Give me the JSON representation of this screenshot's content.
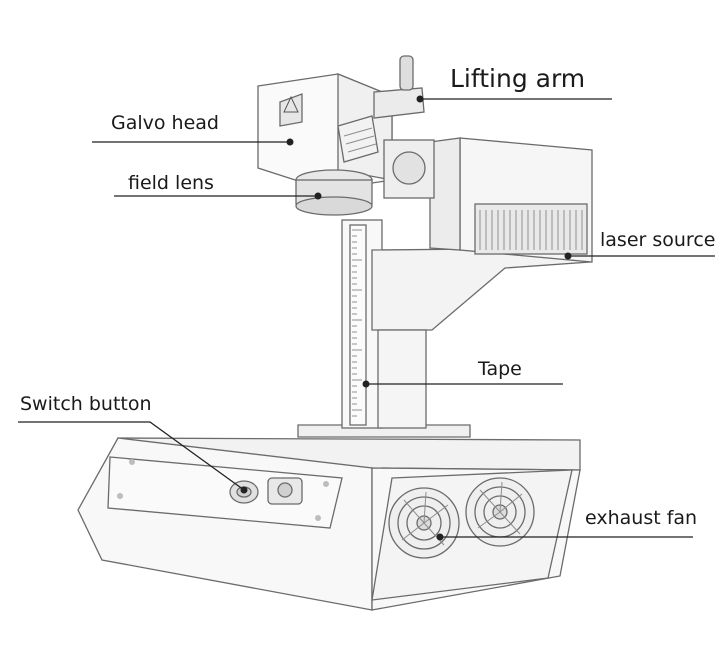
{
  "labels": {
    "lifting_arm": "Lifting arm",
    "galvo_head": "Galvo head",
    "field_lens": "field lens",
    "laser_source": "laser source",
    "tape": "Tape",
    "switch_button": "Switch button",
    "exhaust_fan": "exhaust fan"
  },
  "colors": {
    "line": "#222222",
    "sketch": "#6b6b6b",
    "sketch_light": "#b5b5b5",
    "fill": "#f7f7f7"
  }
}
